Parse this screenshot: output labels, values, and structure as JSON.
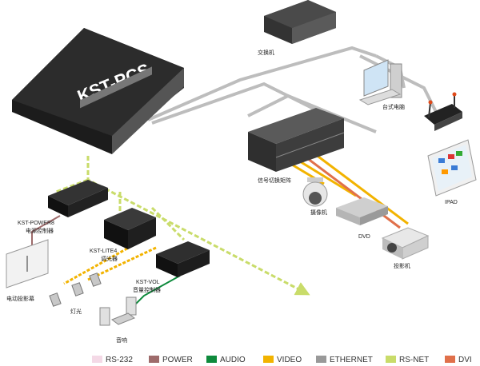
{
  "devices": {
    "main": "KST-PCS",
    "switch": "交换机",
    "desktop": "台式电脑",
    "matrix": "信号切换矩阵",
    "ipad": "IPAD",
    "power_name": "KST-POWER8",
    "power_desc": "电源控制器",
    "lite_name": "KST-LITE4",
    "lite_desc": "调光器",
    "vol_name": "KST-VOL",
    "vol_desc": "音量控制器",
    "screen": "电动投影幕",
    "camera": "摄像机",
    "dvd": "DVD",
    "projector": "投影机",
    "lights": "灯光",
    "audio": "音响"
  },
  "legend": [
    {
      "label": "RS-232",
      "color": "#f4d9e6"
    },
    {
      "label": "POWER",
      "color": "#9e6b6b"
    },
    {
      "label": "AUDIO",
      "color": "#0e8a3c"
    },
    {
      "label": "VIDEO",
      "color": "#f2b300"
    },
    {
      "label": "ETHERNET",
      "color": "#999999"
    },
    {
      "label": "RS-NET",
      "color": "#c9dc6a"
    },
    {
      "label": "DVI",
      "color": "#e0704a"
    }
  ]
}
